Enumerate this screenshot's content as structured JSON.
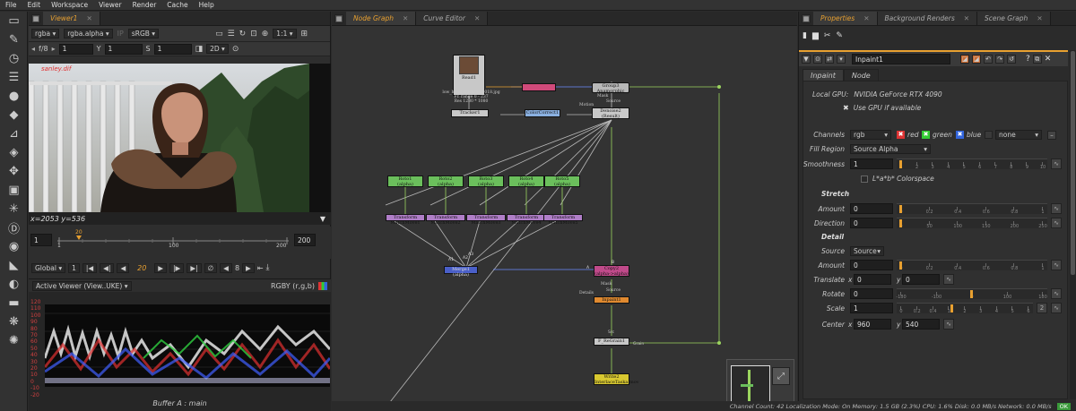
{
  "menu": [
    "File",
    "Edit",
    "Workspace",
    "Viewer",
    "Render",
    "Cache",
    "Help"
  ],
  "viewer": {
    "tab": "Viewer1",
    "close": "✕",
    "channels": "rgba",
    "alpha": "rgba.alpha",
    "ip": "IP",
    "colorspace": "sRGB",
    "fstop": "f/8",
    "gain": "1",
    "y_label": "Y",
    "y_val": "1",
    "s_label": "S",
    "s_val": "1",
    "view_mode": "2D",
    "zoom": "1:1",
    "overlay": "sanley.dif",
    "coords": "x=2053 y=536",
    "timeline": {
      "start": "1",
      "end": "200",
      "marker": "20",
      "tick_mid": "100"
    },
    "transport": {
      "mode": "Global",
      "in": "1",
      "frame": "20",
      "fps_label": "8",
      "playback": "⇤"
    },
    "scope": {
      "source": "Active Viewer (View..UKE)",
      "mode": "RGBY (r,g,b)",
      "footer": "Buffer A : main",
      "axis": [
        "120",
        "110",
        "100",
        "90",
        "80",
        "70",
        "60",
        "50",
        "40",
        "30",
        "20",
        "10",
        "0",
        "-10",
        "-20"
      ]
    }
  },
  "graph": {
    "tabs": [
      {
        "label": "Node Graph",
        "active": true
      },
      {
        "label": "Curve Editor",
        "active": false
      }
    ],
    "nodes": {
      "read": [
        "Read1",
        "low_head_tracking.0018.jpg",
        "Fr. range 0 - 237",
        "Res 1280 * 1080"
      ],
      "group": [
        "Group3",
        "Anamorphic"
      ],
      "tracker": "Tracker1",
      "colorcorrect": "ColorCorrect1",
      "denoise": [
        "Denoise2",
        "(Result)"
      ],
      "roto": [
        [
          "Roto1",
          "(alpha)"
        ],
        [
          "Roto2",
          "(alpha)"
        ],
        [
          "Roto3",
          "(alpha)"
        ],
        [
          "Roto4",
          "(alpha)"
        ],
        [
          "Roto5",
          "(alpha)"
        ]
      ],
      "transforms": [
        "Transform MatchMove1",
        "Transform MatchMove2",
        "Transform MatchMove3",
        "Transform MatchMove4",
        "Transform MatchMove5"
      ],
      "merge": "Merge1 (alpha)",
      "copy": [
        "Copy2",
        "(alpha->alpha)"
      ],
      "inpaint": "Inpaint1",
      "regrain": "F_ReGrain1",
      "write": [
        "Write2",
        "InterlaceTaska.mov"
      ],
      "labels": {
        "mask": "Mask",
        "source": "Source",
        "motion": "Motion",
        "details": "Details",
        "grain": "Grain",
        "src": "Src",
        "a1": "A1",
        "a2": "A2",
        "a3": "A3",
        "a": "A",
        "b": "B"
      }
    }
  },
  "properties": {
    "tabs": [
      {
        "label": "Properties",
        "active": true
      },
      {
        "label": "Background Renders",
        "active": false
      },
      {
        "label": "Scene Graph",
        "active": false
      }
    ],
    "node_name": "Inpaint1",
    "subtabs": [
      "Inpaint",
      "Node"
    ],
    "gpu_label": "Local GPU:",
    "gpu": "NVIDIA GeForce RTX 4090",
    "use_gpu": "Use GPU if available",
    "channels": {
      "label": "Channels",
      "value": "rgb",
      "r": "red",
      "g": "green",
      "b": "blue",
      "none": "none"
    },
    "fill_region": {
      "label": "Fill Region",
      "value": "Source Alpha"
    },
    "smoothness": {
      "label": "Smoothness",
      "value": "1",
      "ticks": [
        "1",
        "2",
        "3",
        "4",
        "5",
        "6",
        "7",
        "8",
        "9",
        "10"
      ],
      "fraction": 0.0
    },
    "lab": "L*a*b* Colorspace",
    "stretch": "Stretch",
    "amount1": {
      "label": "Amount",
      "value": "0",
      "ticks": [
        "0",
        "0.2",
        "0.4",
        "0.6",
        "0.8",
        "1"
      ],
      "fraction": 0.0
    },
    "direction": {
      "label": "Direction",
      "value": "0",
      "ticks": [
        "0",
        "50",
        "100",
        "150",
        "200",
        "250"
      ],
      "fraction": 0.0
    },
    "detail": "Detail",
    "source": {
      "label": "Source",
      "value": "Source"
    },
    "amount2": {
      "label": "Amount",
      "value": "0",
      "ticks": [
        "0",
        "0.2",
        "0.4",
        "0.6",
        "0.8",
        "1"
      ],
      "fraction": 0.0
    },
    "translate": {
      "label": "Translate",
      "x_label": "x",
      "x": "0",
      "y_label": "y",
      "y": "0"
    },
    "rotate": {
      "label": "Rotate",
      "value": "0",
      "ticks": [
        "-180",
        "-100",
        "0",
        "100",
        "180"
      ],
      "fraction": 0.5
    },
    "scale": {
      "label": "Scale",
      "value": "1",
      "ticks": [
        "0",
        "0.2",
        "0.4",
        "1",
        "2",
        "3",
        "4",
        "5",
        "6"
      ],
      "extra": "2",
      "fraction": 0.4
    },
    "center": {
      "label": "Center",
      "x_label": "x",
      "x": "960",
      "y_label": "y",
      "y": "540"
    }
  },
  "status": {
    "text": "Channel Count: 42  Localization Mode: On  Memory: 1.5 GB (2.3%)  CPU: 1.6%  Disk: 0.0 MB/s  Network: 0.0 MB/s",
    "ok": "OK"
  }
}
